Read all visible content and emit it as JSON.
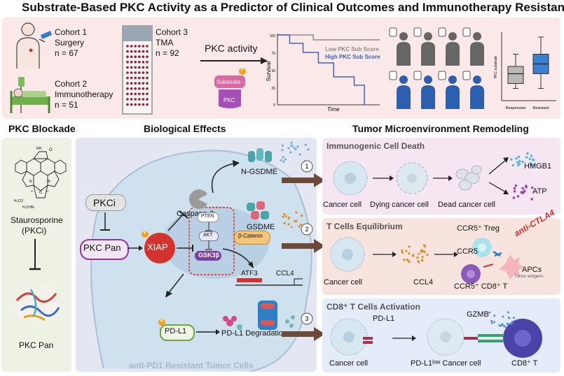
{
  "title": "Substrate-Based PKC Activity as a Predictor of  Clinical Outcomes and Immunotherapy Resistance",
  "top": {
    "cohort1": {
      "name": "Cohort 1",
      "type": "Surgery",
      "n": "n = 67"
    },
    "cohort2": {
      "name": "Cohort 2",
      "type": "Immunotherapy",
      "n": "n = 51"
    },
    "cohort3": {
      "name": "Cohort 3",
      "type": "TMA",
      "n": "n = 92"
    },
    "arrow_label": "PKC activity",
    "p_badge": "P",
    "substrate": "Substrate",
    "pkc": "PKC",
    "survival_ylabel": "Survival",
    "survival_xlabel": "Time",
    "survival_ticks": [
      "100",
      "75",
      "50",
      "25",
      "0"
    ],
    "low_label": "Low PKC Sub Score",
    "high_label": "High PKC Sub Score",
    "box_ylabel": "PKC substrate",
    "box_groups": [
      "Responsive",
      "Resistant"
    ]
  },
  "survival_data": {
    "low_score": [
      [
        0,
        100
      ],
      [
        0.35,
        100
      ],
      [
        0.35,
        93
      ],
      [
        1,
        93
      ]
    ],
    "high_score": [
      [
        0,
        100
      ],
      [
        0.12,
        100
      ],
      [
        0.12,
        88
      ],
      [
        0.25,
        88
      ],
      [
        0.25,
        75
      ],
      [
        0.4,
        75
      ],
      [
        0.4,
        60
      ],
      [
        0.55,
        60
      ],
      [
        0.55,
        40
      ],
      [
        0.75,
        40
      ],
      [
        0.75,
        28
      ],
      [
        0.85,
        28
      ],
      [
        0.85,
        0
      ]
    ]
  },
  "boxplot_data": {
    "Responsive": {
      "min": 5,
      "q1": 7,
      "median": 11,
      "q3": 14,
      "max": 19
    },
    "Resistant": {
      "min": 5,
      "q1": 11,
      "median": 15,
      "q3": 19,
      "max": 26
    }
  },
  "colors": {
    "low": "#8a8a8a",
    "high": "#3a63b8",
    "responsive": "#b9b9b9",
    "resistant": "#3b7fd0",
    "xiap": "#d3322d",
    "pkc_pan": "#9b2fa8"
  },
  "sections": {
    "blockade": "PKC Blockade",
    "bio": "Biological Effects",
    "tme": "Tumor Microenvironment Remodeling"
  },
  "blockade": {
    "drug": "Staurosporine",
    "drug_sub": "(PKCi)",
    "protein": "PKC Pan",
    "mol_labels": [
      "O",
      "NH",
      "N",
      "N",
      "O",
      "H₃CO",
      "H₃CHN",
      "H",
      "H"
    ]
  },
  "bio": {
    "pkci": "PKCi",
    "pkc_pan": "PKC Pan",
    "xiap": "XIAP",
    "caspase": "Caspase-3",
    "ngsdme": "N-GSDME",
    "gsdme": "GSDME",
    "pten": "PTEN",
    "akt": "AKT",
    "gsk": "GSK3β",
    "bcatenin": "β-Catenin",
    "atf3": "ATF3",
    "ccl4": "CCL4",
    "pdl1": "PD-L1",
    "degradation": "PD-L1 Degradation",
    "cell_label": "anti-PD1 Resistant Tumor Cells",
    "p": "P",
    "steps": [
      "1",
      "2",
      "3"
    ]
  },
  "tme": {
    "icd": {
      "title": "Immunogenic  Cell Death",
      "cells": [
        "Cancer cell",
        "Dying cancer cell",
        "Dead cancer cell"
      ],
      "hmgb1": "HMGB1",
      "atp": "ATP"
    },
    "tcell": {
      "title": "T Cells  Equilibrium",
      "cancer": "Cancer cell",
      "ccl4": "CCL4",
      "ccr5treg": "CCR5⁺  Treg",
      "anti_ctla4": "anti-CTLA4",
      "ccr5": "CCR5",
      "apcs": "APCs",
      "cd8": "CCR5⁺ CD8⁺ T",
      "tumor_antigens": "Tumor antigens"
    },
    "cd8act": {
      "title": "CD8⁺ T Cells Activation",
      "pdl1": "PD-L1",
      "gzmb": "GZMB",
      "cancer": "Cancer cell",
      "pdl1low": "PD-L1ˡᵒʷ Cancer cell",
      "cd8": "CD8⁺ T"
    }
  }
}
